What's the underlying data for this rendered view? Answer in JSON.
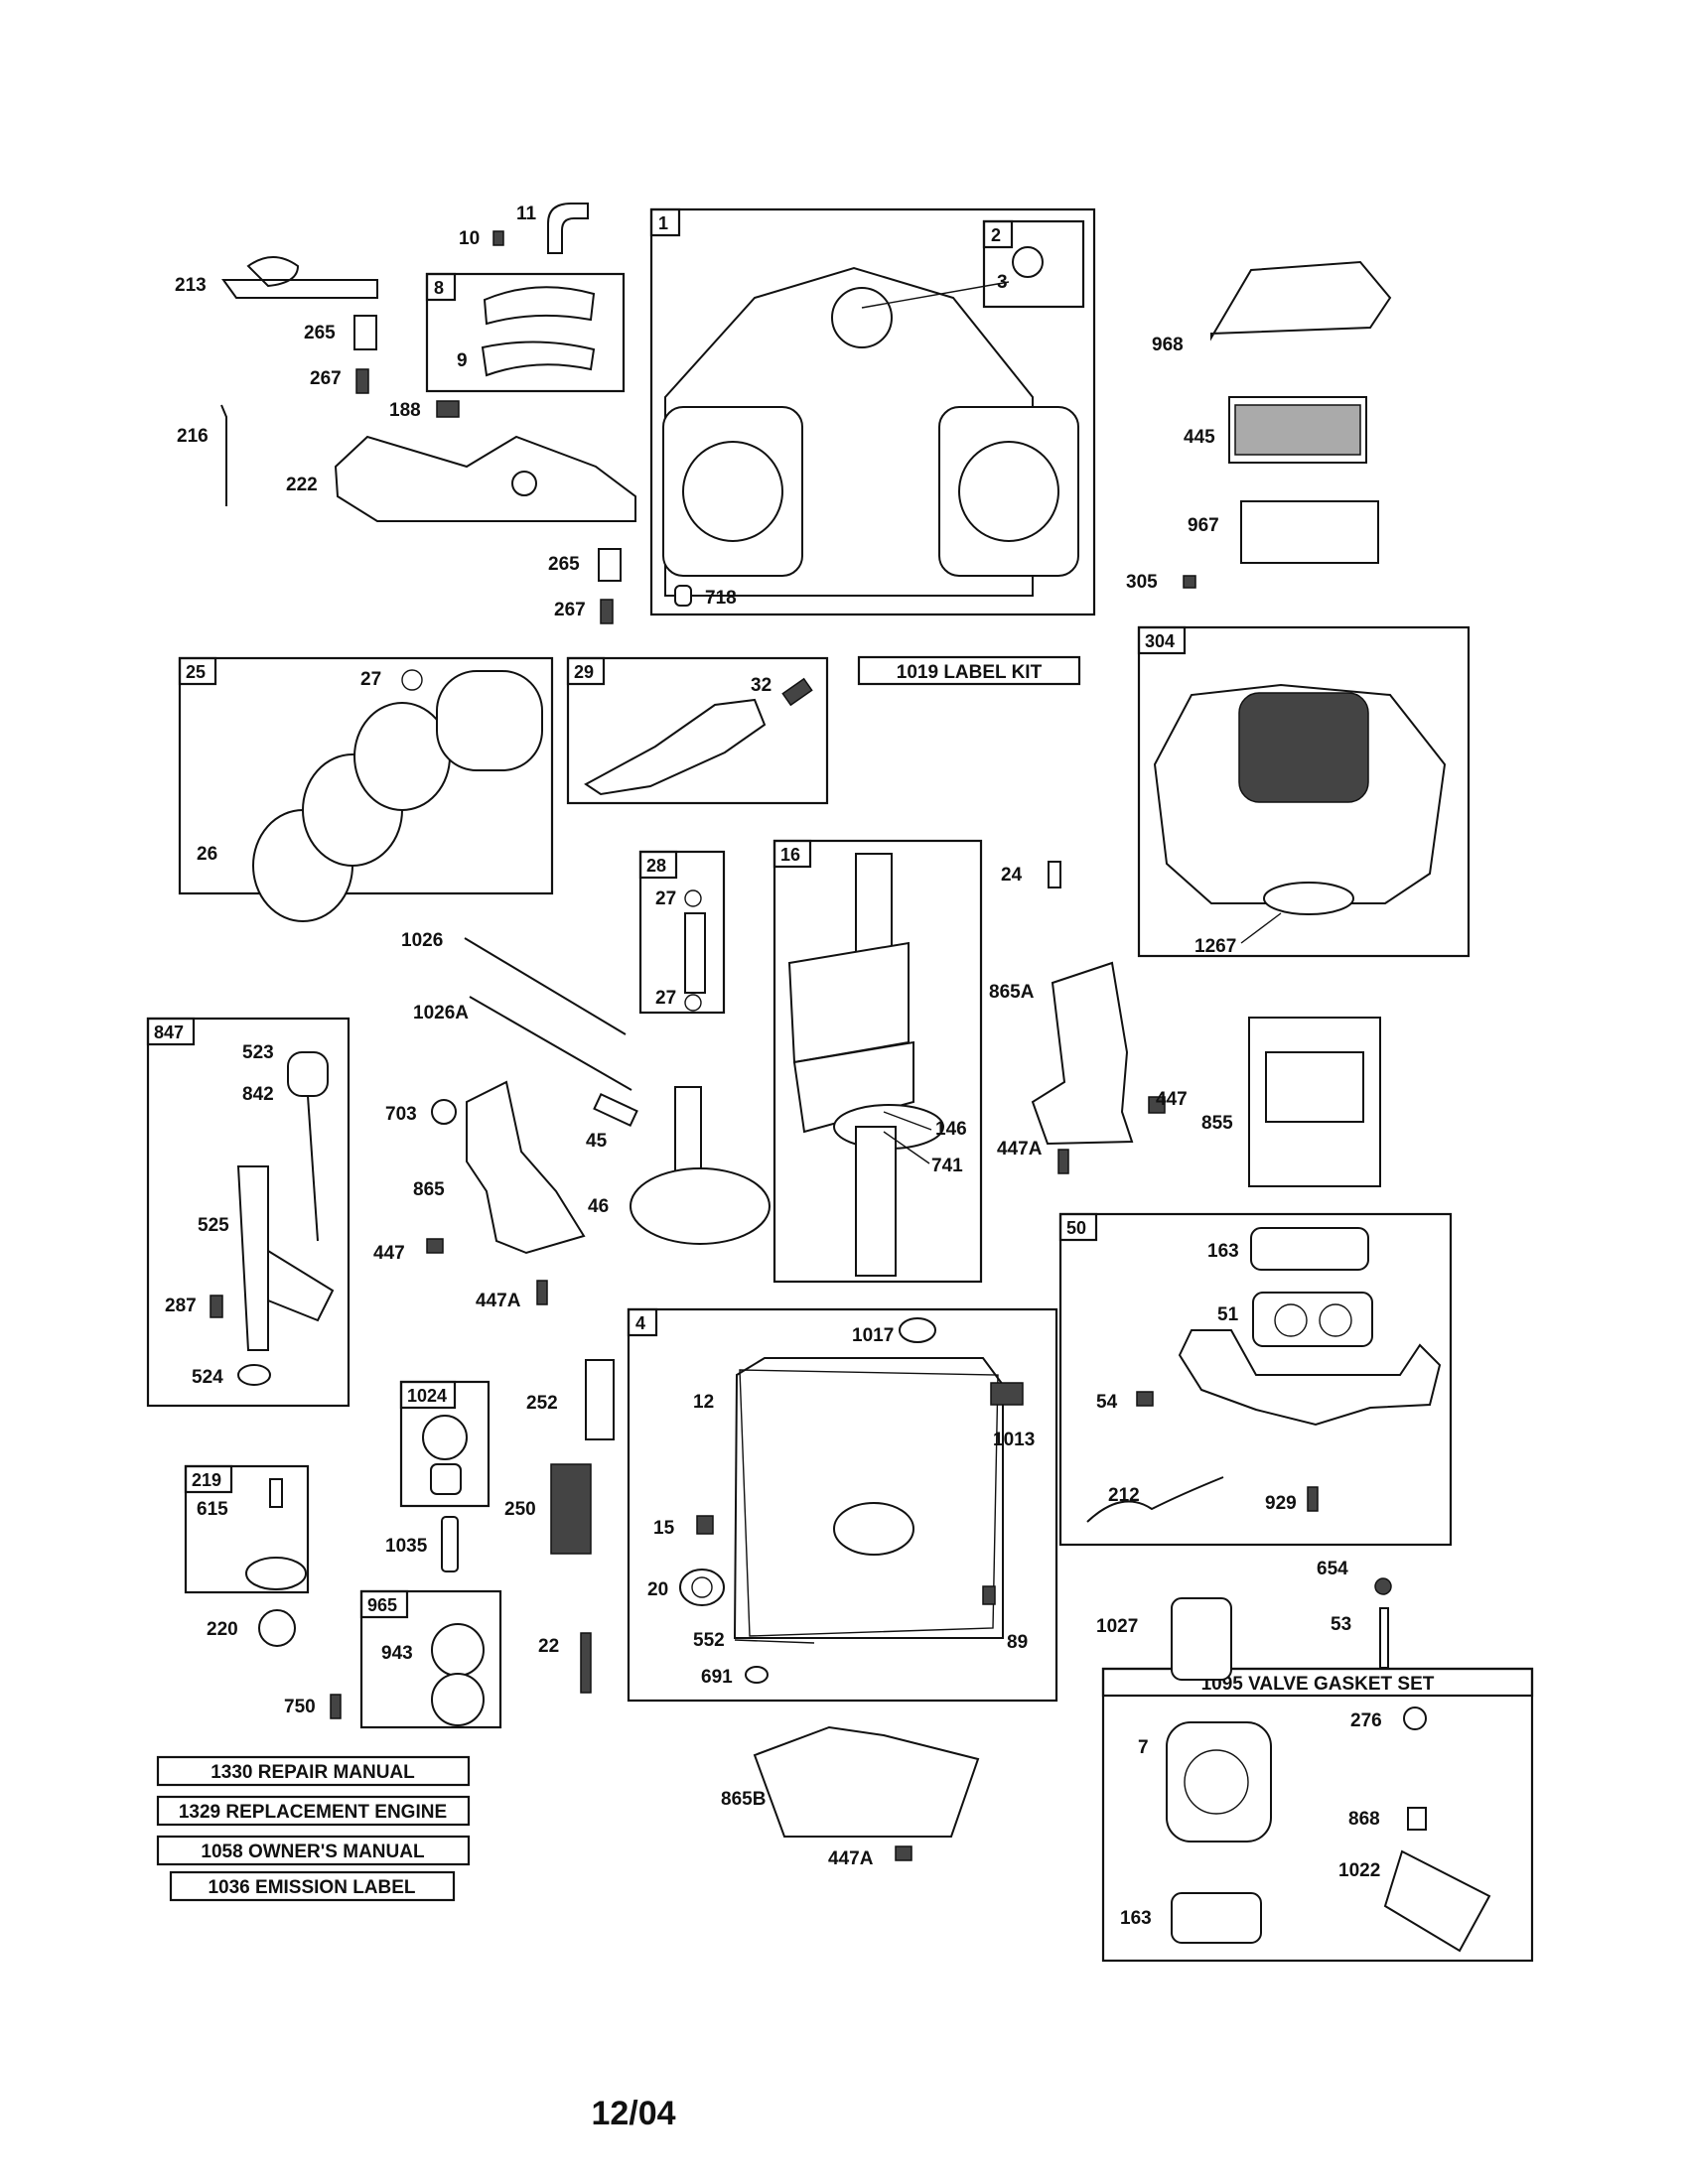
{
  "diagram": {
    "date_code": "12/04",
    "kit_labels": [
      {
        "id": "1019",
        "text": "1019 LABEL KIT"
      },
      {
        "id": "1095",
        "text": "1095 VALVE GASKET SET"
      },
      {
        "id": "1330",
        "text": "1330 REPAIR MANUAL"
      },
      {
        "id": "1329",
        "text": "1329 REPLACEMENT ENGINE"
      },
      {
        "id": "1058",
        "text": "1058 OWNER'S MANUAL"
      },
      {
        "id": "1036",
        "text": "1036 EMISSION LABEL"
      }
    ],
    "group_boxes": [
      {
        "id": "1",
        "text": "1"
      },
      {
        "id": "2",
        "text": "2"
      },
      {
        "id": "8",
        "text": "8"
      },
      {
        "id": "25",
        "text": "25"
      },
      {
        "id": "29",
        "text": "29"
      },
      {
        "id": "304",
        "text": "304"
      },
      {
        "id": "28",
        "text": "28"
      },
      {
        "id": "16",
        "text": "16"
      },
      {
        "id": "847",
        "text": "847"
      },
      {
        "id": "50",
        "text": "50"
      },
      {
        "id": "4",
        "text": "4"
      },
      {
        "id": "1024",
        "text": "1024"
      },
      {
        "id": "219",
        "text": "219"
      },
      {
        "id": "965",
        "text": "965"
      }
    ],
    "part_labels": [
      {
        "id": "p11",
        "text": "11"
      },
      {
        "id": "p10",
        "text": "10"
      },
      {
        "id": "p213",
        "text": "213"
      },
      {
        "id": "p265a",
        "text": "265"
      },
      {
        "id": "p267a",
        "text": "267"
      },
      {
        "id": "p216",
        "text": "216"
      },
      {
        "id": "p9",
        "text": "9"
      },
      {
        "id": "p188",
        "text": "188"
      },
      {
        "id": "p222",
        "text": "222"
      },
      {
        "id": "p265b",
        "text": "265"
      },
      {
        "id": "p267b",
        "text": "267"
      },
      {
        "id": "p3",
        "text": "3"
      },
      {
        "id": "p718",
        "text": "718"
      },
      {
        "id": "p968",
        "text": "968"
      },
      {
        "id": "p445",
        "text": "445"
      },
      {
        "id": "p967",
        "text": "967"
      },
      {
        "id": "p305",
        "text": "305"
      },
      {
        "id": "p27a",
        "text": "27"
      },
      {
        "id": "p26",
        "text": "26"
      },
      {
        "id": "p32",
        "text": "32"
      },
      {
        "id": "p1267",
        "text": "1267"
      },
      {
        "id": "p27b",
        "text": "27"
      },
      {
        "id": "p27c",
        "text": "27"
      },
      {
        "id": "p24",
        "text": "24"
      },
      {
        "id": "p1026",
        "text": "1026"
      },
      {
        "id": "p1026A",
        "text": "1026A"
      },
      {
        "id": "p865A",
        "text": "865A"
      },
      {
        "id": "p523",
        "text": "523"
      },
      {
        "id": "p842",
        "text": "842"
      },
      {
        "id": "p703",
        "text": "703"
      },
      {
        "id": "p45",
        "text": "45"
      },
      {
        "id": "p146",
        "text": "146"
      },
      {
        "id": "p447a",
        "text": "447"
      },
      {
        "id": "p855",
        "text": "855"
      },
      {
        "id": "p447Aa",
        "text": "447A"
      },
      {
        "id": "p741",
        "text": "741"
      },
      {
        "id": "p865",
        "text": "865"
      },
      {
        "id": "p46",
        "text": "46"
      },
      {
        "id": "p525",
        "text": "525"
      },
      {
        "id": "p447b",
        "text": "447"
      },
      {
        "id": "p447Ab",
        "text": "447A"
      },
      {
        "id": "p287",
        "text": "287"
      },
      {
        "id": "p524",
        "text": "524"
      },
      {
        "id": "p163a",
        "text": "163"
      },
      {
        "id": "p51",
        "text": "51"
      },
      {
        "id": "p1017",
        "text": "1017"
      },
      {
        "id": "p252",
        "text": "252"
      },
      {
        "id": "p12",
        "text": "12"
      },
      {
        "id": "p1013",
        "text": "1013"
      },
      {
        "id": "p54",
        "text": "54"
      },
      {
        "id": "p615",
        "text": "615"
      },
      {
        "id": "p250",
        "text": "250"
      },
      {
        "id": "p1035",
        "text": "1035"
      },
      {
        "id": "p15",
        "text": "15"
      },
      {
        "id": "p212",
        "text": "212"
      },
      {
        "id": "p929",
        "text": "929"
      },
      {
        "id": "p654",
        "text": "654"
      },
      {
        "id": "p20",
        "text": "20"
      },
      {
        "id": "p220",
        "text": "220"
      },
      {
        "id": "p53",
        "text": "53"
      },
      {
        "id": "p1027",
        "text": "1027"
      },
      {
        "id": "p89",
        "text": "89"
      },
      {
        "id": "p943",
        "text": "943"
      },
      {
        "id": "p22",
        "text": "22"
      },
      {
        "id": "p552",
        "text": "552"
      },
      {
        "id": "p691",
        "text": "691"
      },
      {
        "id": "p750",
        "text": "750"
      },
      {
        "id": "p276",
        "text": "276"
      },
      {
        "id": "p7",
        "text": "7"
      },
      {
        "id": "p865B",
        "text": "865B"
      },
      {
        "id": "p868",
        "text": "868"
      },
      {
        "id": "p447Ac",
        "text": "447A"
      },
      {
        "id": "p1022",
        "text": "1022"
      },
      {
        "id": "p163b",
        "text": "163"
      }
    ]
  }
}
